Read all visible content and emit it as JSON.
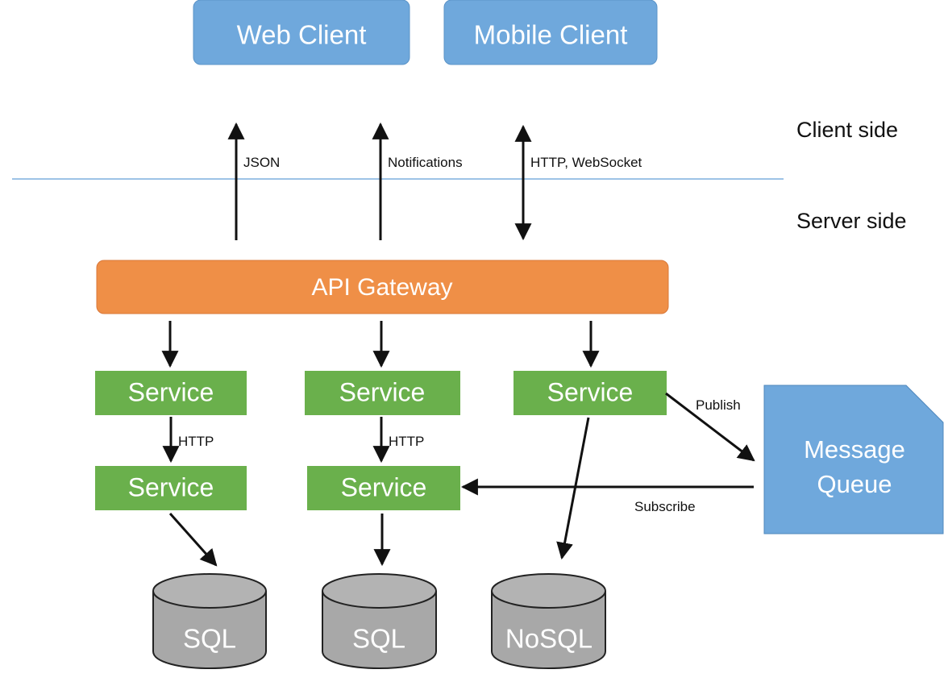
{
  "nodes": {
    "web_client": "Web Client",
    "mobile_client": "Mobile Client",
    "api_gateway": "API Gateway",
    "service_1": "Service",
    "service_2": "Service",
    "service_3": "Service",
    "service_4": "Service",
    "service_5": "Service",
    "message_queue_line1": "Message",
    "message_queue_line2": "Queue",
    "db_1": "SQL",
    "db_2": "SQL",
    "db_3": "NoSQL"
  },
  "edges": {
    "json": "JSON",
    "notifications": "Notifications",
    "http_websocket": "HTTP, WebSocket",
    "http_1": "HTTP",
    "http_2": "HTTP",
    "publish": "Publish",
    "subscribe": "Subscribe"
  },
  "zones": {
    "client_side": "Client side",
    "server_side": "Server side"
  },
  "colors": {
    "client_box": "#6fa8dc",
    "client_border": "#5b93c7",
    "gateway": "#ef8f47",
    "gateway_border": "#d9783a",
    "service": "#6ab04c",
    "queue": "#6fa8dc",
    "queue_border": "#4f87bd",
    "database": "#a8a8a8",
    "database_top": "#b3b3b3",
    "divider": "#9dc3e6"
  }
}
